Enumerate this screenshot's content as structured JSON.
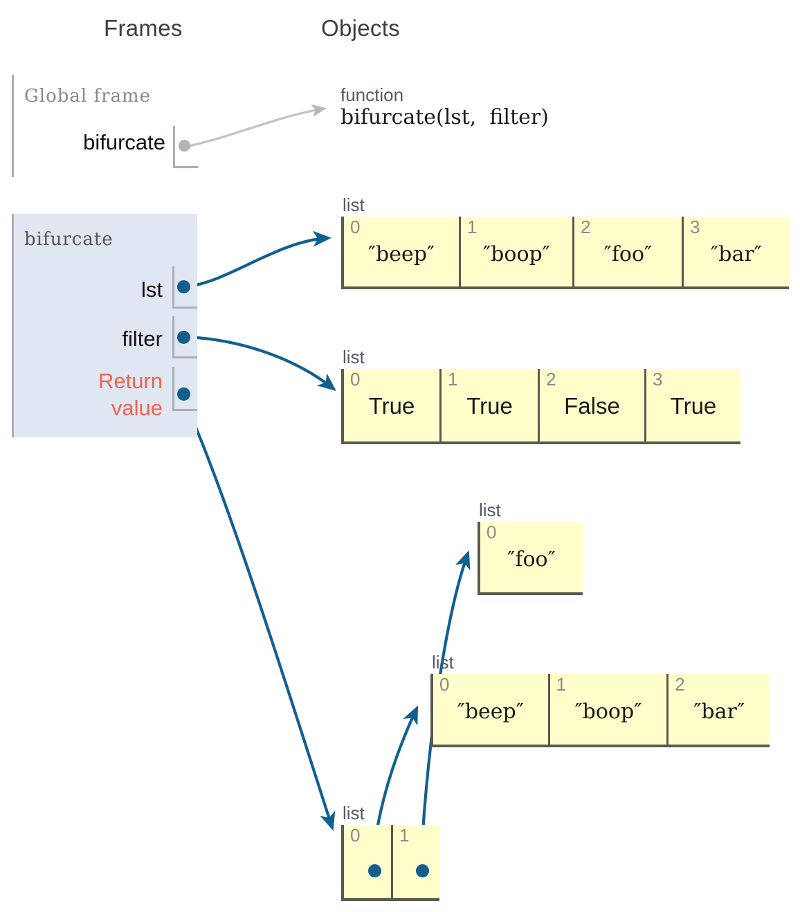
{
  "headers": {
    "frames": "Frames",
    "objects": "Objects"
  },
  "global_frame": {
    "title": "Global frame",
    "variables": [
      {
        "name": "bifurcate"
      }
    ]
  },
  "bifurcate_frame": {
    "title": "bifurcate",
    "variables": [
      {
        "name": "lst"
      },
      {
        "name": "filter"
      },
      {
        "name": "Return value",
        "line1": "Return",
        "line2": "value"
      }
    ]
  },
  "function_object": {
    "kind": "function",
    "signature": "bifurcate(lst,  filter)"
  },
  "objects": [
    {
      "id": "list-lst",
      "type": "list",
      "cells": [
        {
          "index": "0",
          "value": "″beep″"
        },
        {
          "index": "1",
          "value": "″boop″"
        },
        {
          "index": "2",
          "value": "″foo″"
        },
        {
          "index": "3",
          "value": "″bar″"
        }
      ]
    },
    {
      "id": "list-filter",
      "type": "list",
      "cells": [
        {
          "index": "0",
          "value": "True"
        },
        {
          "index": "1",
          "value": "True"
        },
        {
          "index": "2",
          "value": "False"
        },
        {
          "index": "3",
          "value": "True"
        }
      ]
    },
    {
      "id": "list-foo",
      "type": "list",
      "cells": [
        {
          "index": "0",
          "value": "″foo″"
        }
      ]
    },
    {
      "id": "list-truthy",
      "type": "list",
      "cells": [
        {
          "index": "0",
          "value": "″beep″"
        },
        {
          "index": "1",
          "value": "″boop″"
        },
        {
          "index": "2",
          "value": "″bar″"
        }
      ]
    },
    {
      "id": "list-return",
      "type": "list",
      "cells": [
        {
          "index": "0",
          "value": ""
        },
        {
          "index": "1",
          "value": ""
        }
      ]
    }
  ],
  "colors": {
    "frame_bg": "#e0e6f2",
    "object_fill": "#ffffcc",
    "object_border": "#5a5a50",
    "pointer_blue": "#125e8c",
    "pointer_grey": "#b3b3b3",
    "return_value_red": "#f4624c",
    "type_label": "#55586b",
    "index_label": "#8a8a8a",
    "rail_grey": "#aab0b5"
  }
}
